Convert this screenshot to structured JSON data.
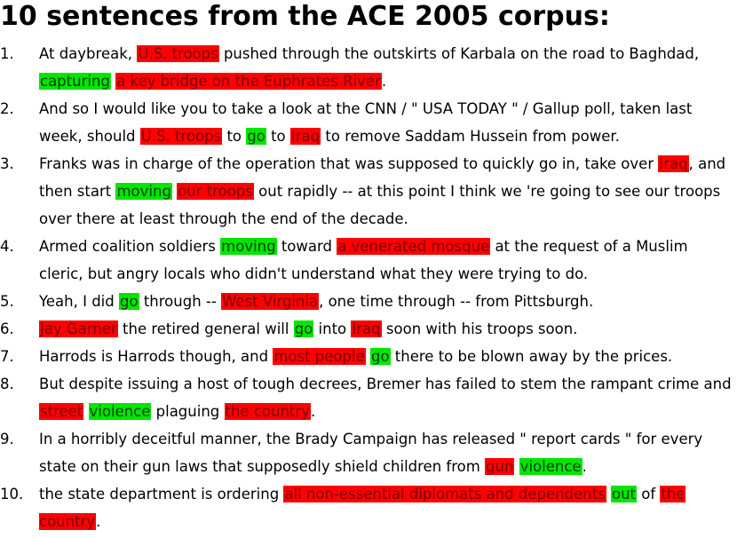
{
  "title": "10 sentences from the ACE 2005 corpus:",
  "colors": {
    "entity": "#ff0000",
    "trigger": "#00e600"
  },
  "sentences": [
    {
      "number": "1.",
      "segments": [
        {
          "text": "At daybreak, "
        },
        {
          "text": "U.S. troops",
          "hl": "red"
        },
        {
          "text": " pushed through the outskirts of Karbala on the road to Baghdad, "
        },
        {
          "text": "capturing",
          "hl": "green"
        },
        {
          "text": " "
        },
        {
          "text": "a key bridge on the Euphrates River",
          "hl": "red"
        },
        {
          "text": "."
        }
      ]
    },
    {
      "number": "2.",
      "segments": [
        {
          "text": "And so I would like you to take a look at the CNN / \" USA TODAY \" / Gallup poll, taken last week, should "
        },
        {
          "text": "U.S. troops",
          "hl": "red"
        },
        {
          "text": " to "
        },
        {
          "text": "go",
          "hl": "green"
        },
        {
          "text": " to "
        },
        {
          "text": "Iraq",
          "hl": "red"
        },
        {
          "text": " to remove Saddam Hussein from power."
        }
      ]
    },
    {
      "number": "3.",
      "segments": [
        {
          "text": "Franks was in charge of the operation that was supposed to quickly go in, take over "
        },
        {
          "text": "Iraq",
          "hl": "red"
        },
        {
          "text": ", and then start "
        },
        {
          "text": "moving",
          "hl": "green"
        },
        {
          "text": " "
        },
        {
          "text": "our troops",
          "hl": "red"
        },
        {
          "text": " out rapidly -- at this point I think we 're going to see our troops over there at least through the end of the decade."
        }
      ]
    },
    {
      "number": "4.",
      "segments": [
        {
          "text": "Armed coalition soldiers "
        },
        {
          "text": "moving",
          "hl": "green"
        },
        {
          "text": " toward "
        },
        {
          "text": "a venerated mosque",
          "hl": "red"
        },
        {
          "text": " at the request of a Muslim cleric, but angry locals who didn't understand what they were trying to do."
        }
      ]
    },
    {
      "number": "5.",
      "segments": [
        {
          "text": "Yeah, I did "
        },
        {
          "text": "go",
          "hl": "green"
        },
        {
          "text": " through -- "
        },
        {
          "text": "West Virginia",
          "hl": "red"
        },
        {
          "text": ", one time through -- from Pittsburgh."
        }
      ]
    },
    {
      "number": "6.",
      "segments": [
        {
          "text": "Jay Garner",
          "hl": "red"
        },
        {
          "text": " the retired general will "
        },
        {
          "text": "go",
          "hl": "green"
        },
        {
          "text": " into "
        },
        {
          "text": "Iraq",
          "hl": "red"
        },
        {
          "text": " soon with his troops soon."
        }
      ]
    },
    {
      "number": "7.",
      "segments": [
        {
          "text": "Harrods is Harrods though, and "
        },
        {
          "text": "most people",
          "hl": "red"
        },
        {
          "text": " "
        },
        {
          "text": "go",
          "hl": "green"
        },
        {
          "text": " there to be blown away by the prices."
        }
      ]
    },
    {
      "number": "8.",
      "segments": [
        {
          "text": "But despite issuing a host of tough decrees, Bremer has failed to stem the rampant crime and "
        },
        {
          "text": "street",
          "hl": "red"
        },
        {
          "text": " "
        },
        {
          "text": "violence",
          "hl": "green"
        },
        {
          "text": " plaguing "
        },
        {
          "text": "the country",
          "hl": "red"
        },
        {
          "text": "."
        }
      ]
    },
    {
      "number": "9.",
      "segments": [
        {
          "text": "In a horribly deceitful manner, the Brady Campaign has released \" report cards \" for every state on their gun laws that supposedly shield children from "
        },
        {
          "text": "gun",
          "hl": "red"
        },
        {
          "text": " "
        },
        {
          "text": "violence",
          "hl": "green"
        },
        {
          "text": "."
        }
      ]
    },
    {
      "number": "10.",
      "segments": [
        {
          "text": "the state department is ordering "
        },
        {
          "text": "all non-essential diplomats and dependents",
          "hl": "red"
        },
        {
          "text": " "
        },
        {
          "text": "out",
          "hl": "green"
        },
        {
          "text": " of "
        },
        {
          "text": "the country",
          "hl": "red"
        },
        {
          "text": "."
        }
      ]
    }
  ]
}
